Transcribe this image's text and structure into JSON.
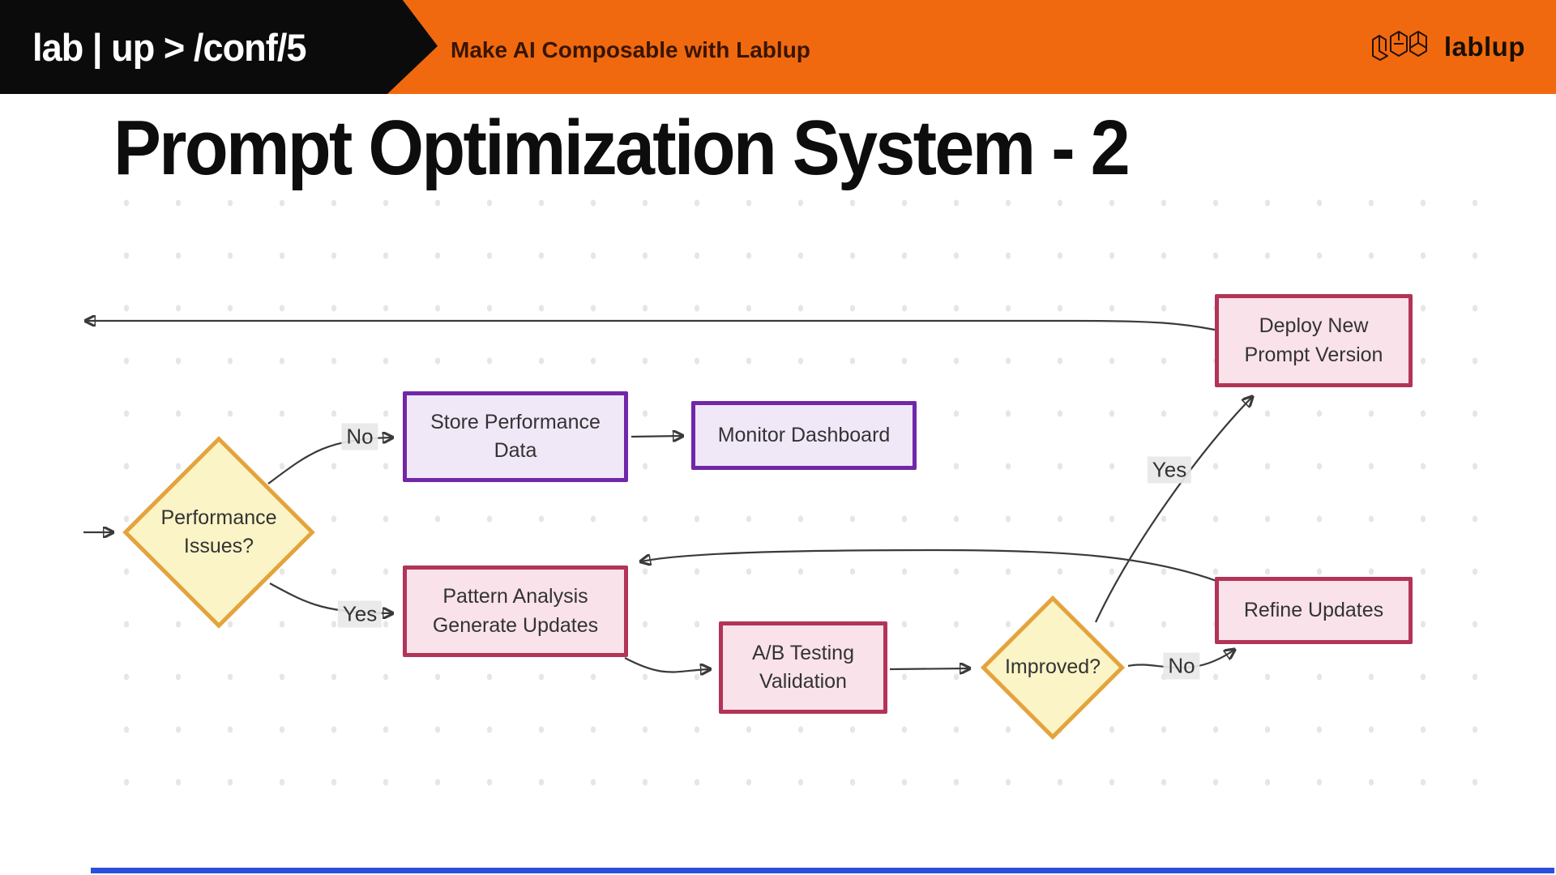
{
  "header": {
    "logo_text": "lab | up > /conf/5",
    "tagline": "Make AI Composable with Lablup",
    "brand_name": "lablup",
    "bar_color": "#F1690F",
    "logo_bg_color": "#0b0b0b"
  },
  "slide": {
    "title": "Prompt Optimization System - 2"
  },
  "flowchart": {
    "nodes": {
      "performance_issues": {
        "type": "decision",
        "lines": [
          "Performance",
          "Issues?"
        ]
      },
      "store_performance": {
        "type": "process-purple",
        "lines": [
          "Store Performance",
          "Data"
        ]
      },
      "monitor_dashboard": {
        "type": "process-purple",
        "lines": [
          "Monitor Dashboard"
        ]
      },
      "deploy_new": {
        "type": "process-pink",
        "lines": [
          "Deploy New",
          "Prompt Version"
        ]
      },
      "pattern_analysis": {
        "type": "process-pink",
        "lines": [
          "Pattern Analysis",
          "Generate Updates"
        ]
      },
      "ab_testing": {
        "type": "process-pink",
        "lines": [
          "A/B Testing",
          "Validation"
        ]
      },
      "improved": {
        "type": "decision",
        "lines": [
          "Improved?"
        ]
      },
      "refine_updates": {
        "type": "process-pink",
        "lines": [
          "Refine Updates"
        ]
      }
    },
    "edge_labels": {
      "no_to_store": "No",
      "yes_to_pattern": "Yes",
      "yes_to_deploy": "Yes",
      "no_to_refine": "No"
    },
    "colors": {
      "decision_fill": "#FBF4C6",
      "decision_border": "#E3A33D",
      "process_purple_fill": "#F0E7F7",
      "process_purple_border": "#7127A8",
      "process_pink_fill": "#F9E2EA",
      "process_pink_border": "#B23457",
      "edge_line": "#3A3A3A",
      "edge_label_bg": "#E8E8E8",
      "dot_grid": "#E6E6E6",
      "footer_accent": "#2B4FDB"
    }
  }
}
